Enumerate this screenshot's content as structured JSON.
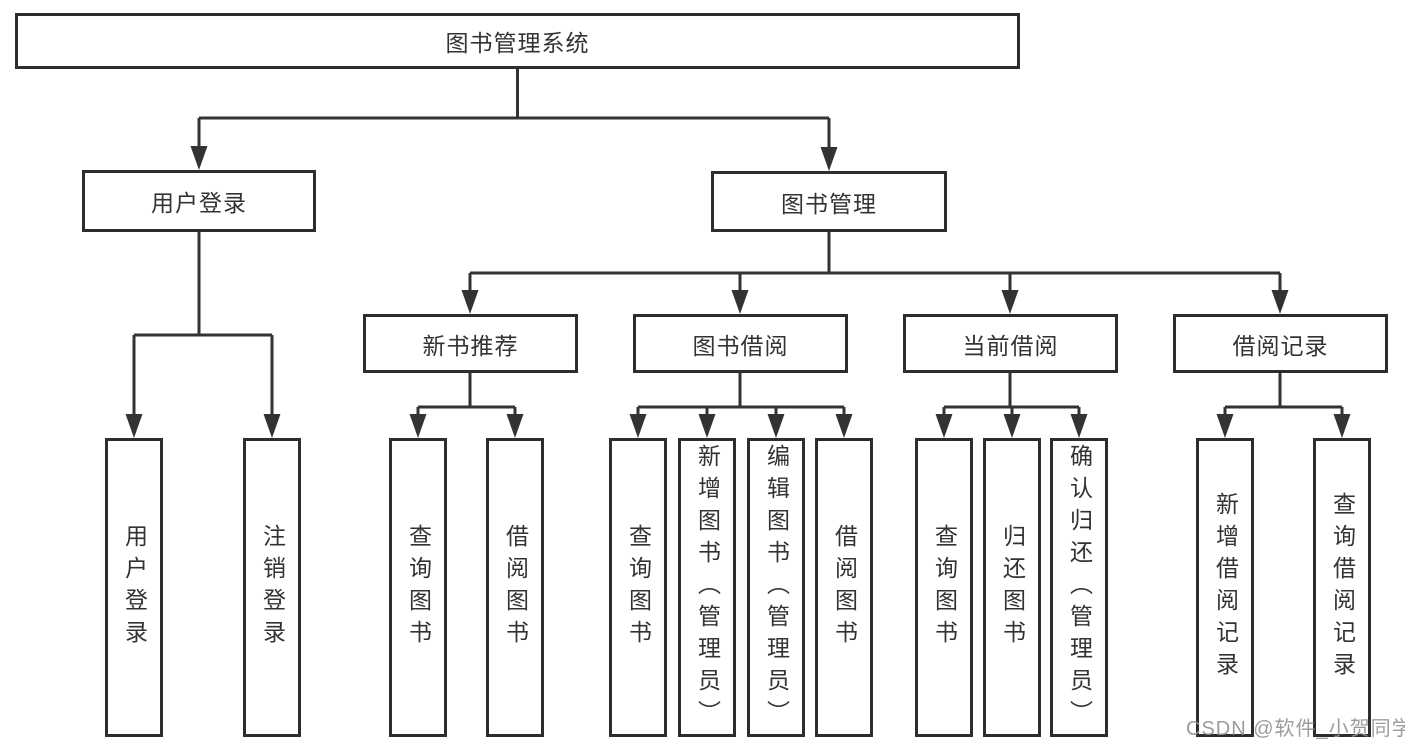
{
  "colors": {
    "line": "#333333",
    "box_border": "#2d2d2d",
    "text": "#333333",
    "background": "#ffffff",
    "watermark": "#919191"
  },
  "nodes": {
    "root": {
      "label": "图书管理系统"
    },
    "user_login": {
      "label": "用户登录",
      "children": [
        {
          "label": "用户登录"
        },
        {
          "label": "注销登录"
        }
      ]
    },
    "book_mgmt": {
      "label": "图书管理"
    },
    "new_books": {
      "label": "新书推荐",
      "children": [
        {
          "label": "查询图书"
        },
        {
          "label": "借阅图书"
        }
      ]
    },
    "book_borrow": {
      "label": "图书借阅",
      "children": [
        {
          "label": "查询图书"
        },
        {
          "label": "新增图书（管理员）"
        },
        {
          "label": "编辑图书（管理员）"
        },
        {
          "label": "借阅图书"
        }
      ]
    },
    "current_borrow": {
      "label": "当前借阅",
      "children": [
        {
          "label": "查询图书"
        },
        {
          "label": "归还图书"
        },
        {
          "label": "确认归还（管理员）"
        }
      ]
    },
    "borrow_records": {
      "label": "借阅记录",
      "children": [
        {
          "label": "新增借阅记录"
        },
        {
          "label": "查询借阅记录"
        }
      ]
    }
  },
  "watermark": "CSDN @软件_小贺同学"
}
